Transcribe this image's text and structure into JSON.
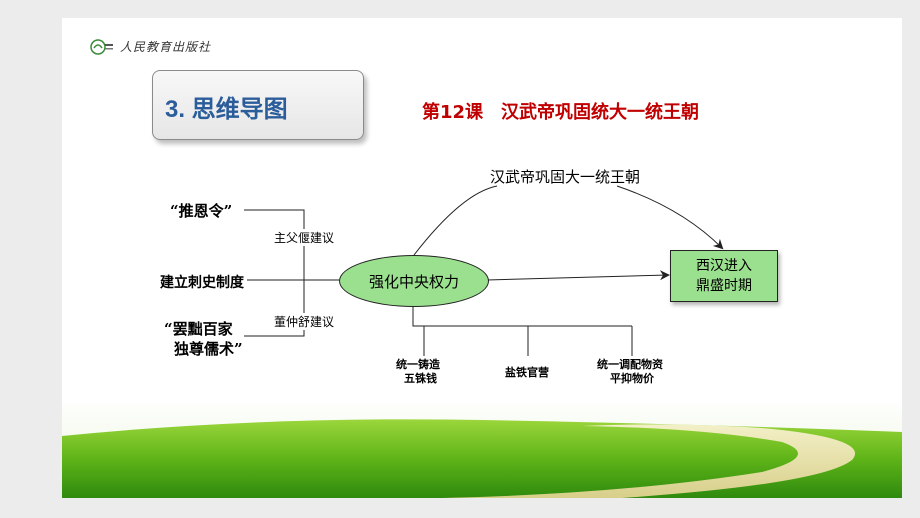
{
  "logo": {
    "text": "人民教育出版社"
  },
  "section_title": "3. 思维导图",
  "lesson_title": "第12课　汉武帝巩固统大一统王朝",
  "mindmap": {
    "top_label": "汉武帝巩固大一统王朝",
    "center": "强化中央权力",
    "goal_line1": "西汉进入",
    "goal_line2": "鼎盛时期",
    "left_items": {
      "tuien": "“推恩令”",
      "cishi": "建立刺史制度",
      "bachu_line1": "“罢黜百家",
      "bachu_line2": "独尊儒术”"
    },
    "left_edge_labels": {
      "zhufu": "主父偃建议",
      "dongzhongshu": "董仲舒建议"
    },
    "bottom_items": {
      "coin_line1": "统一铸造",
      "coin_line2": "五铢钱",
      "salt": "盐铁官营",
      "price_line1": "统一调配物资",
      "price_line2": "平抑物价"
    }
  },
  "colors": {
    "node_fill": "#9be08f",
    "title_text": "#2a5d9a",
    "lesson_title_text": "#c00000"
  }
}
